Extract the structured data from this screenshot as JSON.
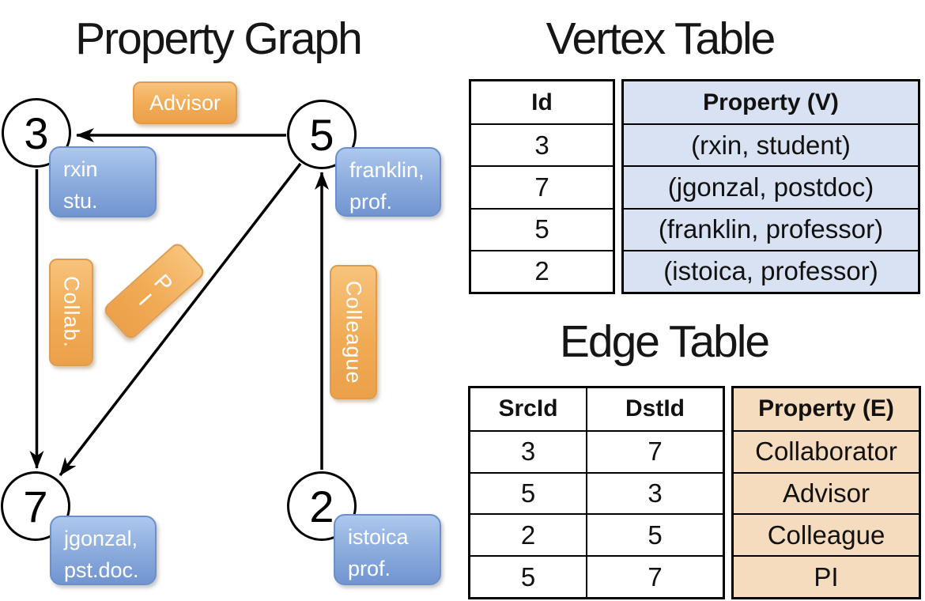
{
  "graph": {
    "title": "Property Graph",
    "nodes": [
      {
        "id": "3",
        "line1": "rxin",
        "line2": "stu."
      },
      {
        "id": "5",
        "line1": "franklin,",
        "line2": "prof."
      },
      {
        "id": "7",
        "line1": "jgonzal,",
        "line2": "pst.doc."
      },
      {
        "id": "2",
        "line1": "istoica",
        "line2": "prof."
      }
    ],
    "edge_labels": {
      "advisor": "Advisor",
      "collab": "Collab.",
      "pi": "PI",
      "colleague": "Colleague"
    },
    "edges": [
      {
        "from": "5",
        "to": "3",
        "label": "Advisor"
      },
      {
        "from": "3",
        "to": "7",
        "label": "Collab."
      },
      {
        "from": "5",
        "to": "7",
        "label": "PI"
      },
      {
        "from": "2",
        "to": "5",
        "label": "Colleague"
      }
    ]
  },
  "vertex_table": {
    "title": "Vertex Table",
    "columns": [
      "Id",
      "Property (V)"
    ],
    "rows": [
      [
        "3",
        "(rxin, student)"
      ],
      [
        "7",
        "(jgonzal, postdoc)"
      ],
      [
        "5",
        "(franklin, professor)"
      ],
      [
        "2",
        "(istoica, professor)"
      ]
    ]
  },
  "edge_table": {
    "title": "Edge Table",
    "columns": [
      "SrcId",
      "DstId",
      "Property (E)"
    ],
    "rows": [
      [
        "3",
        "7",
        "Collaborator"
      ],
      [
        "5",
        "3",
        "Advisor"
      ],
      [
        "2",
        "5",
        "Colleague"
      ],
      [
        "5",
        "7",
        "PI"
      ]
    ]
  },
  "colors": {
    "node_fill": "#ffffff",
    "line": "#000000",
    "edge_label_fill": "#f1ab55",
    "vertex_label_fill": "#8fafdf",
    "vertex_property_fill": "#d9e2f2",
    "edge_property_fill": "#f6dcbe"
  }
}
